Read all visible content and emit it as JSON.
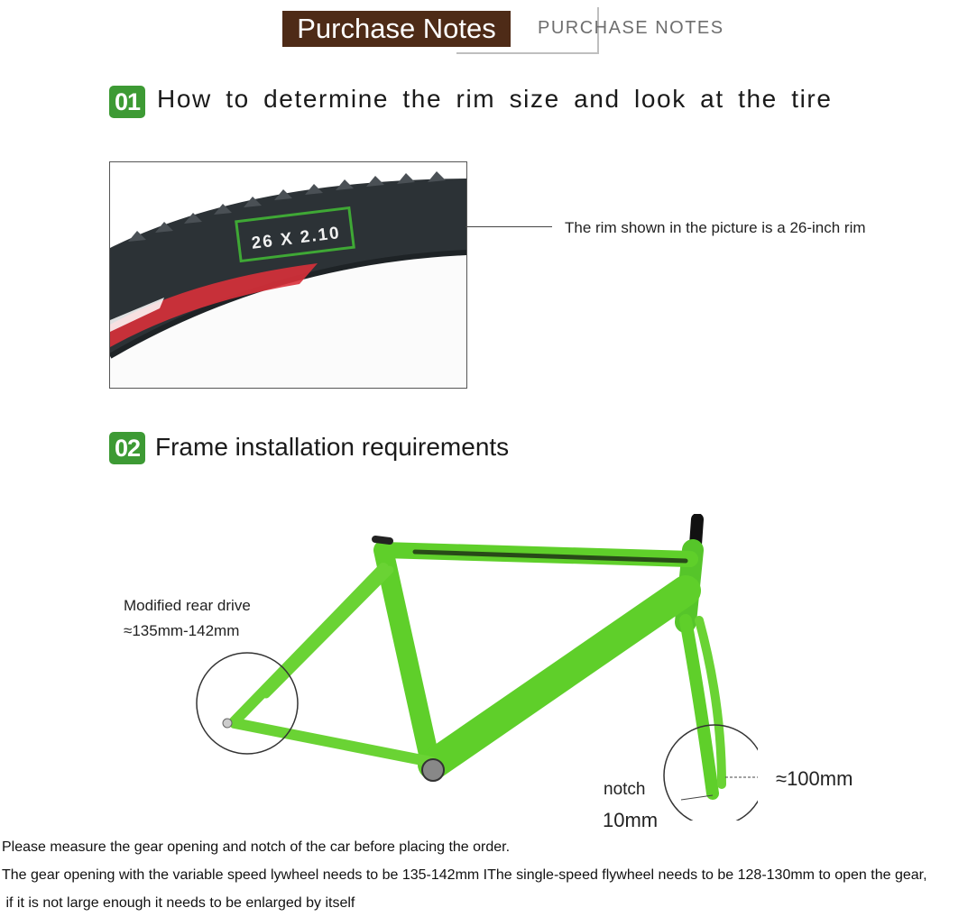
{
  "header": {
    "title": "Purchase Notes",
    "subtitle": "PURCHASE NOTES"
  },
  "section1": {
    "number": "01",
    "title": "How to determine the rim size and look at the tire",
    "tire_label": "26 X 2.10",
    "note": "The rim shown in the picture is a 26-inch rim"
  },
  "section2": {
    "number": "02",
    "title": "Frame installation requirements",
    "rear_drive_label": "Modified rear drive",
    "rear_drive_value": "≈135mm-142mm",
    "fork_value": "≈100mm",
    "notch_label": "notch",
    "notch_value": "10mm"
  },
  "footer": {
    "line1": "Please measure the gear opening and notch of the car before placing the order.",
    "line2": "The gear opening with the variable speed lywheel needs to be 135-142mm IThe single-speed flywheel needs to be 128-130mm to open the gear,",
    "line3": " if it is not large enough it needs to be enlarged by itself"
  },
  "colors": {
    "header_bg": "#4e2b17",
    "badge": "#3d9a34",
    "frame_green": "#5fcf2a"
  }
}
